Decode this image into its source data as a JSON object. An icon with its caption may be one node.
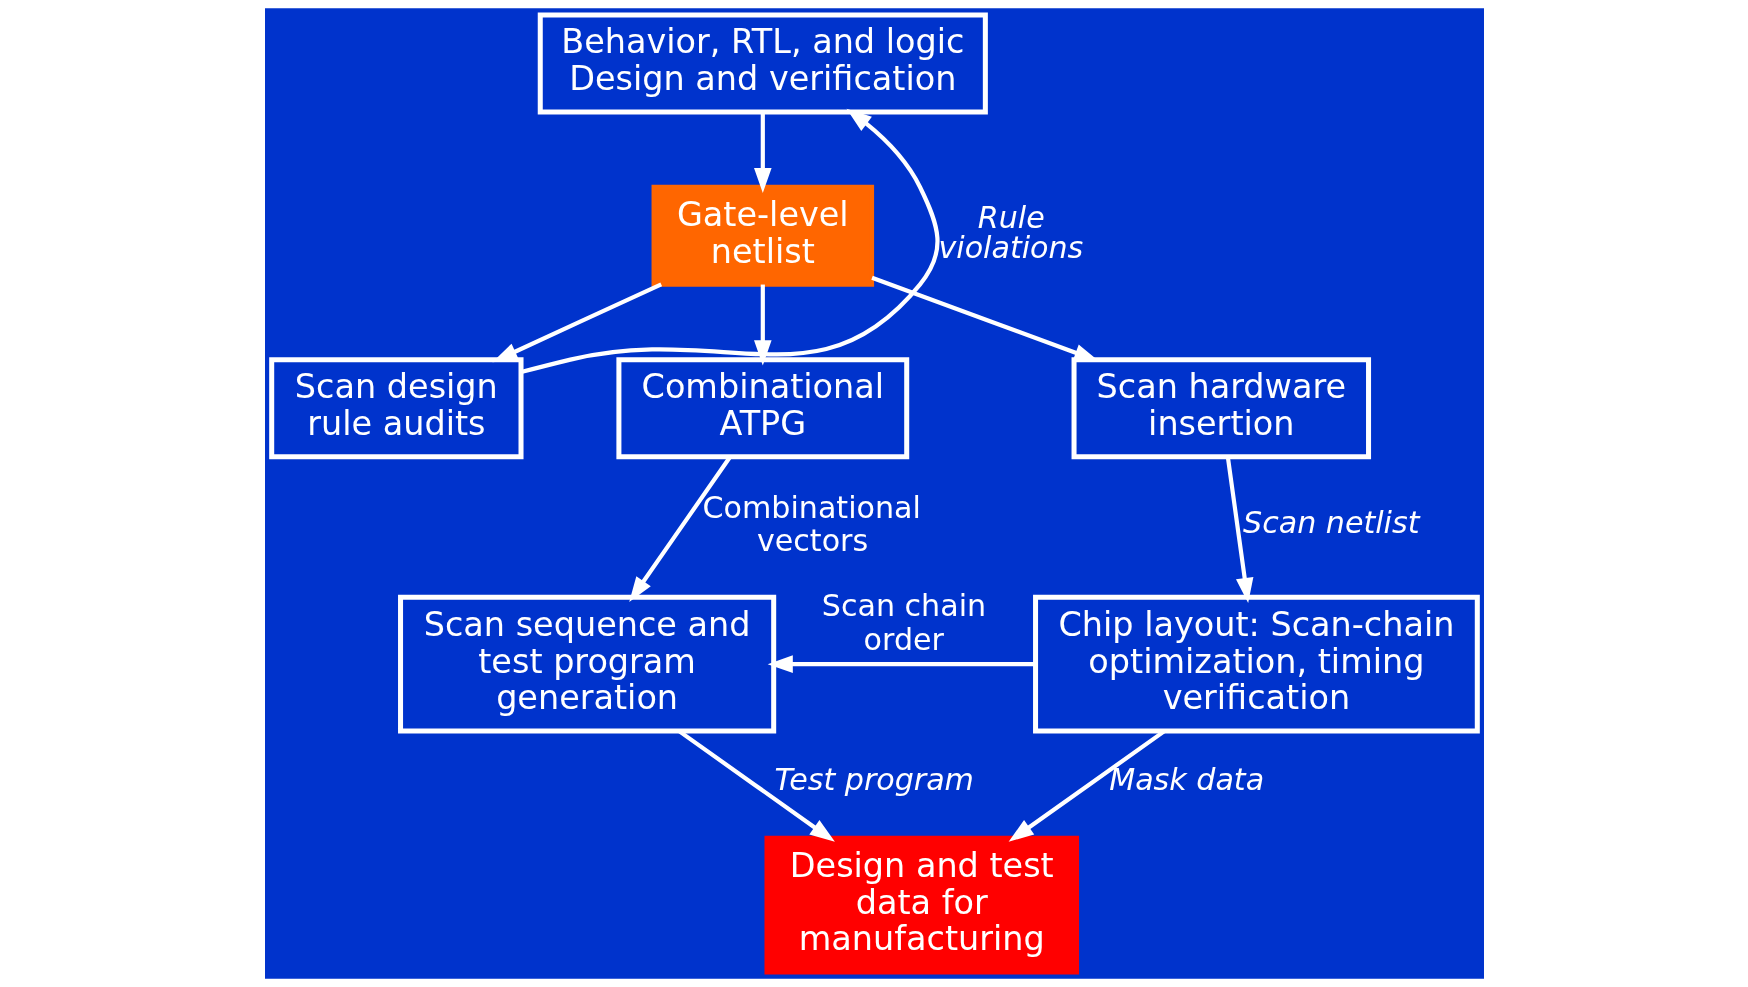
{
  "diagram": {
    "nodes": [
      {
        "text": [
          "Behavior, RTL, and logic Design and verification"
        ]
      },
      {
        "text": [
          "Scan design rule audits"
        ]
      },
      {
        "text": [
          "Gate-level netlist"
        ]
      },
      {
        "text": [
          "Combinational ATPG"
        ]
      },
      {
        "text": [
          "Scan hardware insertion"
        ]
      },
      {
        "text": [
          "Scan sequence and test program generation"
        ]
      },
      {
        "text": [
          "Chip layout: Scan-chain optimization, timing verification"
        ]
      },
      {
        "text": [
          "Design and test data for manufacturing"
        ]
      }
    ],
    "edges": [
      {
        "from": 0,
        "to": 2,
        "arrow": "to"
      },
      {
        "from": 2,
        "to": 1,
        "arrow": "to"
      },
      {
        "from": 1,
        "to": 0,
        "arrow": "to",
        "label": "Rule violations"
      },
      {
        "from": 2,
        "to": 3,
        "arrow": "to"
      },
      {
        "from": 2,
        "to": 4,
        "arrow": "to"
      },
      {
        "from": 3,
        "to": 5,
        "arrow": "to",
        "label": "Combinational vectors"
      },
      {
        "from": 4,
        "to": 6,
        "arrow": "to",
        "label": "Scan netlist"
      },
      {
        "from": 6,
        "to": 5,
        "arrow": "to",
        "label": "Scan chain order"
      },
      {
        "from": 5,
        "to": 7,
        "arrow": "to",
        "label": "Test program"
      },
      {
        "from": 6,
        "to": 7,
        "arrow": "to",
        "label": "Mask data"
      }
    ]
  }
}
